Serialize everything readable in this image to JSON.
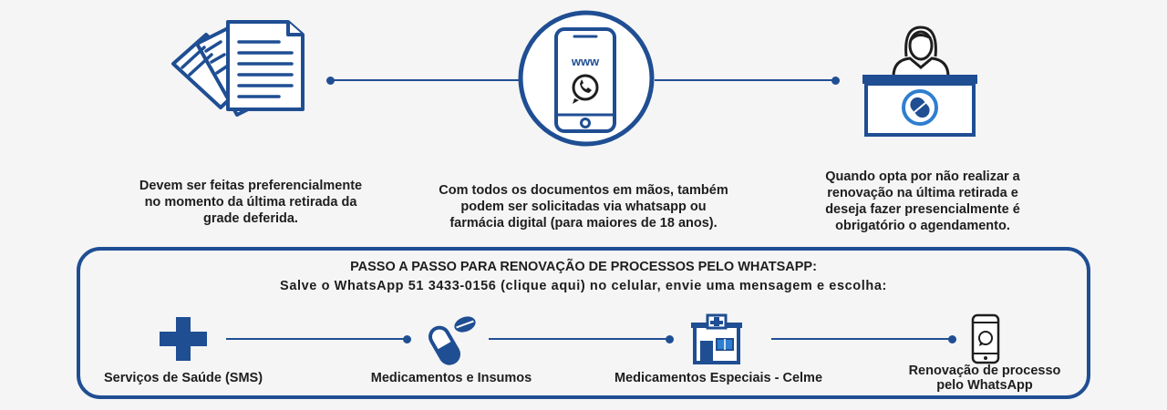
{
  "top_steps": [
    {
      "icon": "documents-icon",
      "text_lines": [
        "Devem ser feitas preferencialmente",
        "no momento da última retirada da",
        "grade deferida."
      ]
    },
    {
      "icon": "smartphone-whatsapp-icon",
      "screen_text": "www",
      "text_lines": [
        "Com todos os documentos em mãos, também",
        "podem ser solicitadas via whatsapp ou",
        "farmácia digital (para maiores de 18 anos)."
      ]
    },
    {
      "icon": "pharmacy-counter-icon",
      "text_lines": [
        "Quando opta por não realizar a",
        "renovação na última retirada e",
        "deseja fazer presencialmente é",
        "obrigatório o agendamento."
      ]
    }
  ],
  "panel": {
    "title": "PASSO A PASSO PARA RENOVAÇÃO DE PROCESSOS PELO WHATSAPP:",
    "subtitle": "Salve o WhatsApp 51 3433-0156 (clique aqui) no celular, envie uma mensagem e escolha:",
    "options": [
      {
        "icon": "health-cross-icon",
        "label_lines": [
          "Serviços de Saúde (SMS)"
        ]
      },
      {
        "icon": "pills-icon",
        "label_lines": [
          "Medicamentos e Insumos"
        ]
      },
      {
        "icon": "pharmacy-building-icon",
        "label_lines": [
          "Medicamentos Especiais - Celme"
        ]
      },
      {
        "icon": "phone-whatsapp-icon",
        "label_lines": [
          "Renovação de processo",
          "pelo WhatsApp"
        ]
      }
    ]
  },
  "colors": {
    "accent": "#1f4e93",
    "accent_light": "#2f7fd0",
    "background": "#f5f5f5",
    "text": "#1e1e1e"
  }
}
